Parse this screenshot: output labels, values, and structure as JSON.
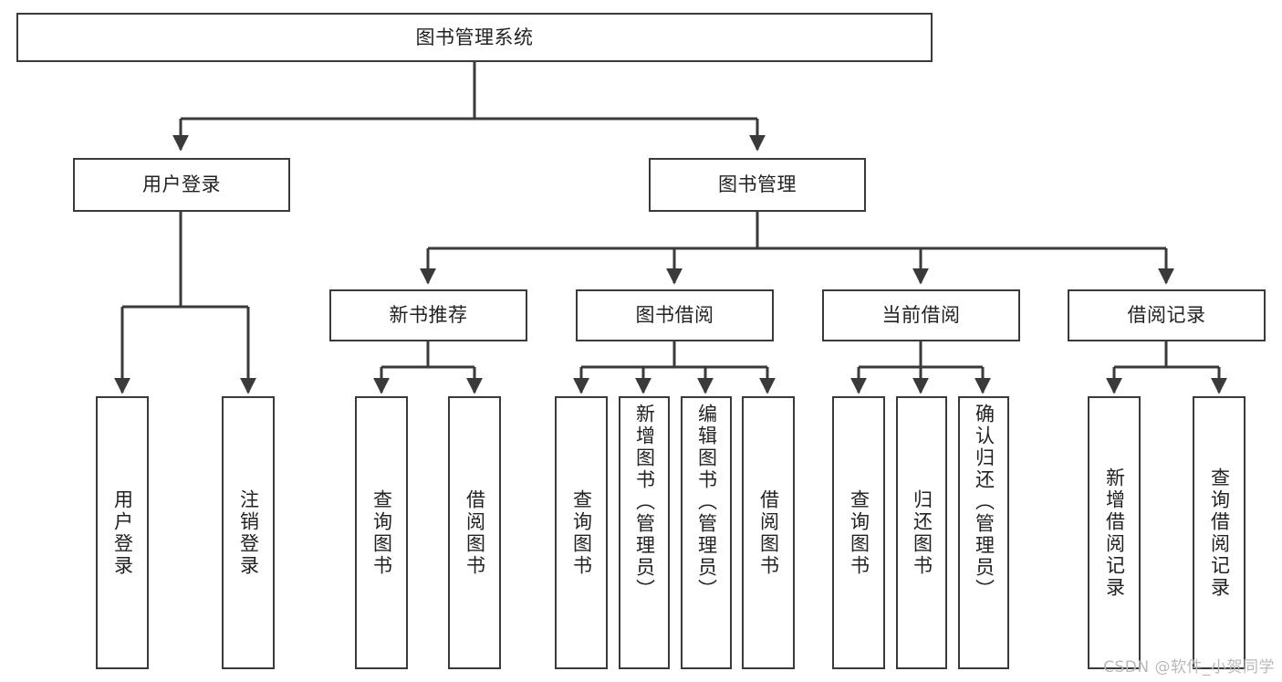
{
  "diagram": {
    "type": "tree",
    "title": "图书管理系统",
    "root": {
      "id": "root",
      "label": "图书管理系统"
    },
    "level1": [
      {
        "id": "user-login",
        "label": "用户登录"
      },
      {
        "id": "book-management",
        "label": "图书管理"
      }
    ],
    "level2": [
      {
        "id": "new-book-recommend",
        "label": "新书推荐",
        "parent": "book-management"
      },
      {
        "id": "book-borrow",
        "label": "图书借阅",
        "parent": "book-management"
      },
      {
        "id": "current-borrow",
        "label": "当前借阅",
        "parent": "book-management"
      },
      {
        "id": "borrow-record",
        "label": "借阅记录",
        "parent": "book-management"
      }
    ],
    "leaves": {
      "user-login": [
        {
          "id": "leaf-user-login",
          "label": "用户登录"
        },
        {
          "id": "leaf-logout-login",
          "label": "注销登录"
        }
      ],
      "new-book-recommend": [
        {
          "id": "leaf-query-book-1",
          "label": "查询图书"
        },
        {
          "id": "leaf-borrow-book-1",
          "label": "借阅图书"
        }
      ],
      "book-borrow": [
        {
          "id": "leaf-query-book-2",
          "label": "查询图书"
        },
        {
          "id": "leaf-add-book",
          "label": "新增图书（管理员）"
        },
        {
          "id": "leaf-edit-book",
          "label": "编辑图书（管理员）"
        },
        {
          "id": "leaf-borrow-book-2",
          "label": "借阅图书"
        }
      ],
      "current-borrow": [
        {
          "id": "leaf-query-book-3",
          "label": "查询图书"
        },
        {
          "id": "leaf-return-book",
          "label": "归还图书"
        },
        {
          "id": "leaf-confirm-return",
          "label": "确认归还（管理员）"
        }
      ],
      "borrow-record": [
        {
          "id": "leaf-add-record",
          "label": "新增借阅记录"
        },
        {
          "id": "leaf-query-record",
          "label": "查询借阅记录"
        }
      ]
    }
  },
  "watermark": {
    "text": "CSDN @软件_小贺同学"
  },
  "colors": {
    "background": "#ffffff",
    "box_border": "#3a3a3a",
    "box_fill": "#ffffff",
    "text": "#222222",
    "connector": "#3a3a3a",
    "watermark": "#b9b9b9"
  }
}
